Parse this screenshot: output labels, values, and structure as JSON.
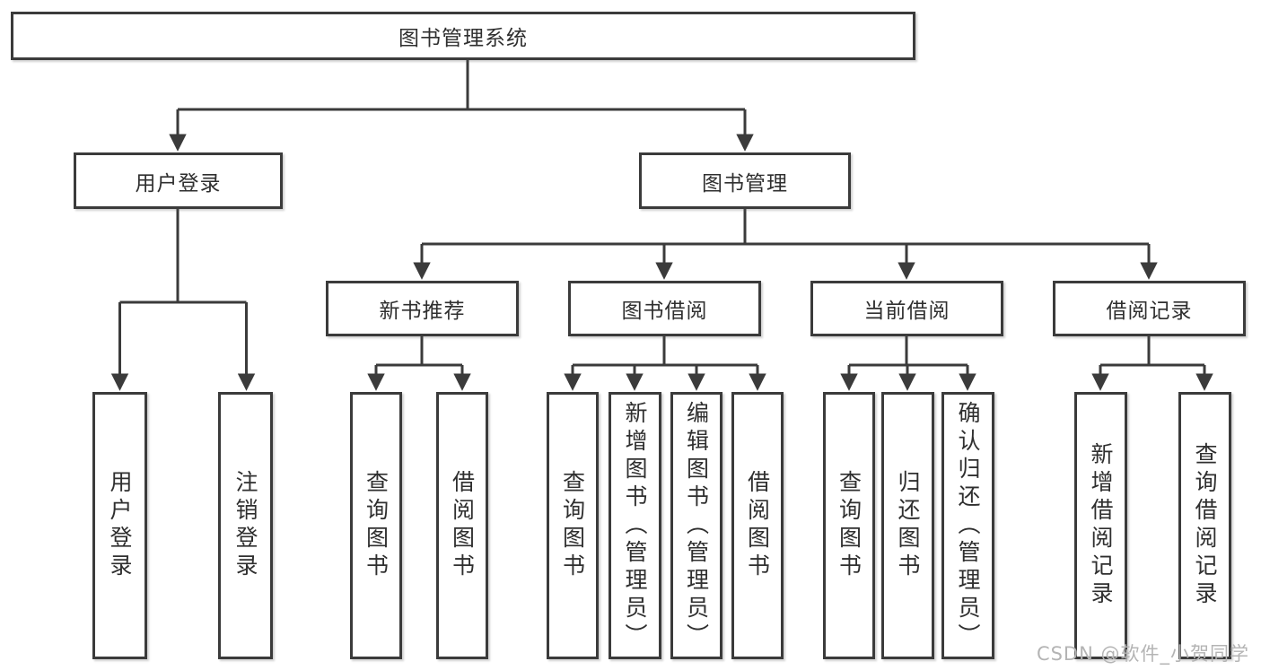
{
  "tree": {
    "label": "图书管理系统",
    "children": [
      {
        "label": "用户登录",
        "children": [
          {
            "label": "用户登录"
          },
          {
            "label": "注销登录"
          }
        ]
      },
      {
        "label": "图书管理",
        "children": [
          {
            "label": "新书推荐",
            "children": [
              {
                "label": "查询图书"
              },
              {
                "label": "借阅图书"
              }
            ]
          },
          {
            "label": "图书借阅",
            "children": [
              {
                "label": "查询图书"
              },
              {
                "label": "新增图书（管理员）"
              },
              {
                "label": "编辑图书（管理员）"
              },
              {
                "label": "借阅图书"
              }
            ]
          },
          {
            "label": "当前借阅",
            "children": [
              {
                "label": "查询图书"
              },
              {
                "label": "归还图书"
              },
              {
                "label": "确认归还（管理员）"
              }
            ]
          },
          {
            "label": "借阅记录",
            "children": [
              {
                "label": "新增借阅记录"
              },
              {
                "label": "查询借阅记录"
              }
            ]
          }
        ]
      }
    ]
  },
  "watermark": {
    "text": "CSDN @软件_小贺同学"
  },
  "colors": {
    "line": "#3b3b3b",
    "text": "#2f2f2f",
    "watermark": "#b4b4b4"
  }
}
